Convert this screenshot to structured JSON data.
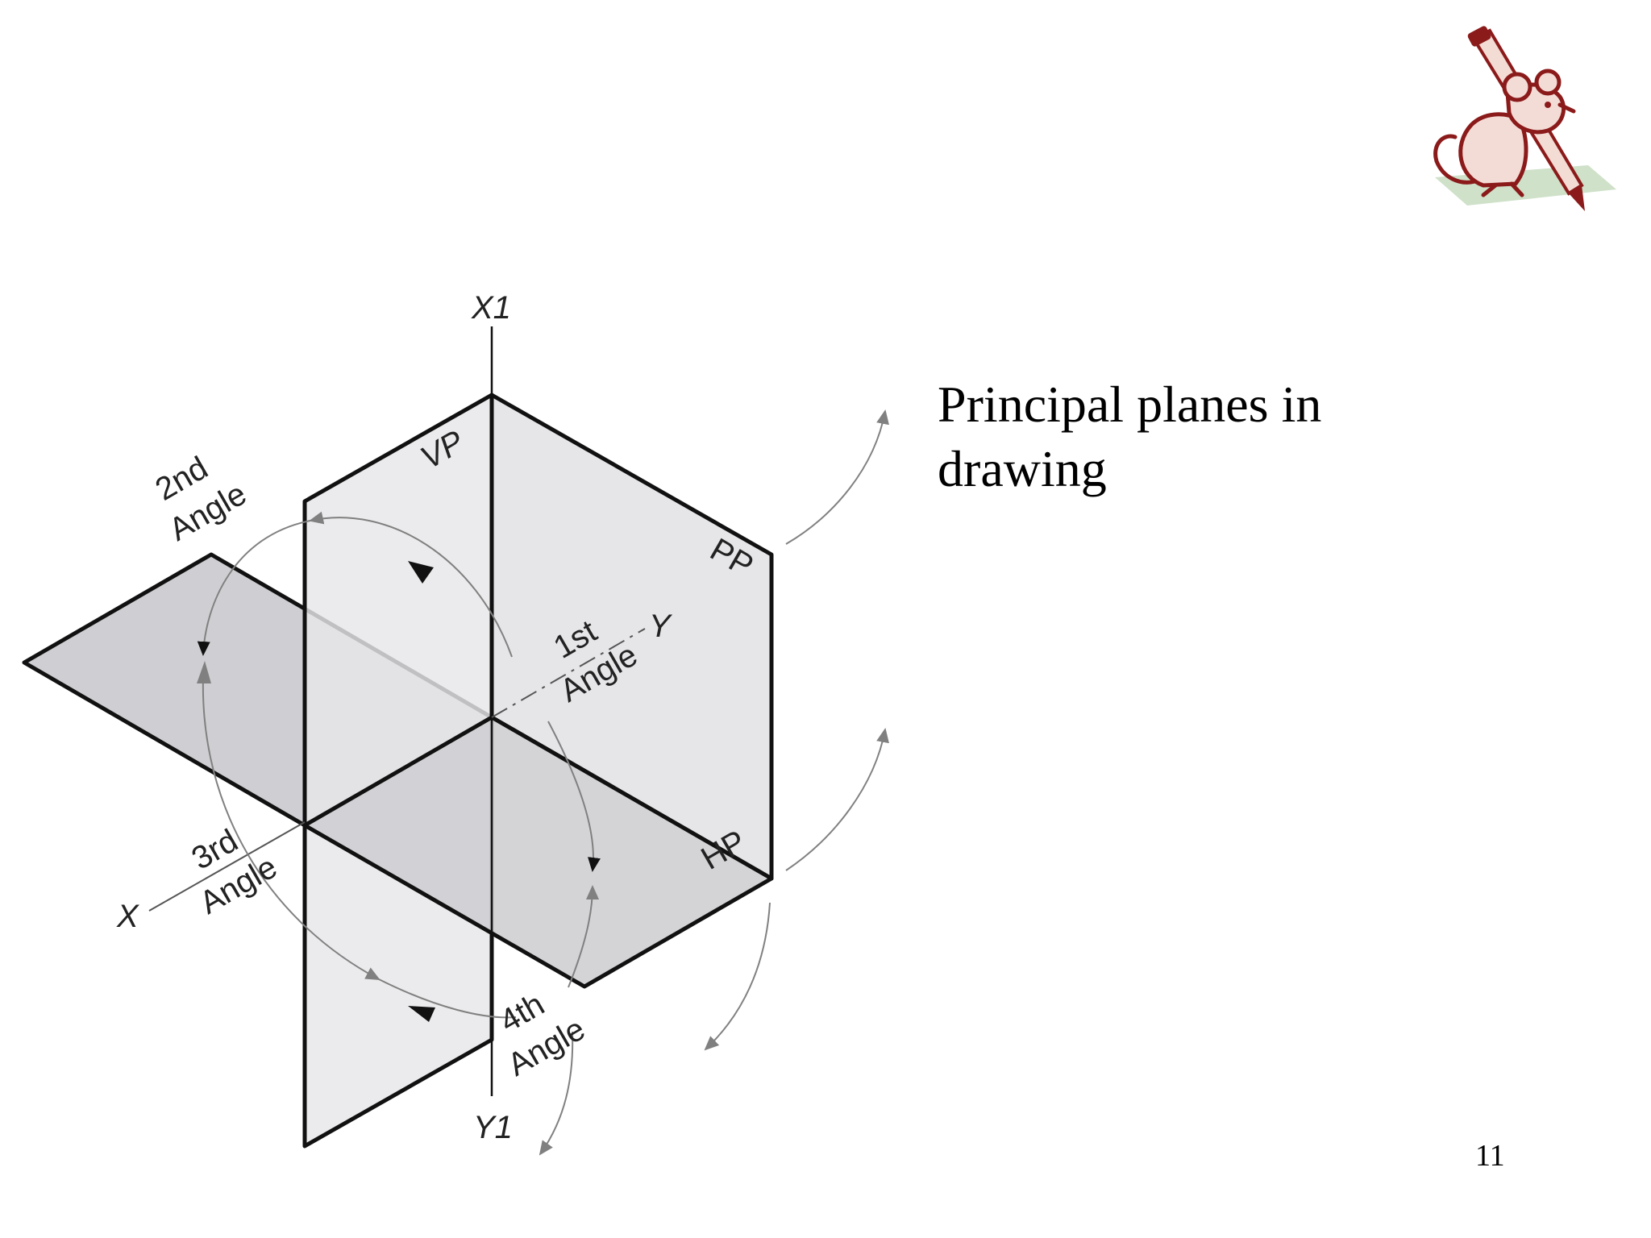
{
  "slide": {
    "title_line1": "Principal planes in",
    "title_line2": "drawing",
    "page_number": "11"
  },
  "diagram": {
    "axis_labels": {
      "x1": "X1",
      "y1": "Y1",
      "x": "X",
      "y": "Y"
    },
    "plane_labels": {
      "vp": "VP",
      "pp": "PP",
      "hp": "HP"
    },
    "angle_labels": {
      "first_num": "1st",
      "first_word": "Angle",
      "second_num": "2nd",
      "second_word": "Angle",
      "third_num": "3rd",
      "third_word": "Angle",
      "fourth_num": "4th",
      "fourth_word": "Angle"
    },
    "colors": {
      "plane_light": "#e6e6e9",
      "plane_dark": "#cfcfd3",
      "edge": "#111111",
      "arrow": "#808080"
    }
  },
  "clipart": {
    "icon": "mouse-with-pencil-icon",
    "colors": {
      "body": "#8b1a1a",
      "shadow": "#c7dcc0"
    }
  }
}
